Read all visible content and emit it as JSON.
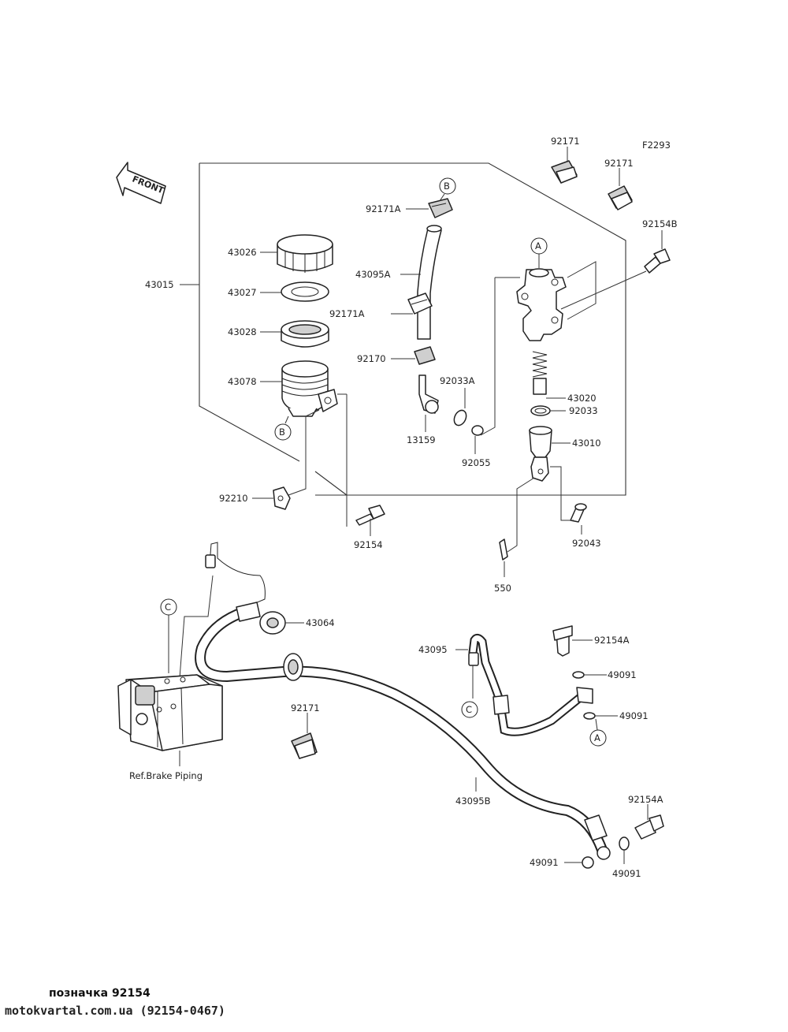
{
  "diagram_code": "F2293",
  "front_label": "FRONT",
  "callouts": {
    "43015": "43015",
    "43026": "43026",
    "43027": "43027",
    "43028": "43028",
    "43078": "43078",
    "92171A_top": "92171A",
    "43095A": "43095A",
    "92171A_mid": "92171A",
    "92170": "92170",
    "92033A": "92033A",
    "13159": "13159",
    "92055": "92055",
    "92210": "92210",
    "92154": "92154",
    "92171_top1": "92171",
    "92171_top2": "92171",
    "92154B": "92154B",
    "43020": "43020",
    "92033": "92033",
    "43010": "43010",
    "92043": "92043",
    "550": "550",
    "43064": "43064",
    "43095": "43095",
    "92154A_mid": "92154A",
    "49091_a": "49091",
    "49091_b": "49091",
    "92171_low": "92171",
    "43095B": "43095B",
    "92154A_low": "92154A",
    "49091_c": "49091",
    "49091_d": "49091",
    "ref_brake_piping": "Ref.Brake Piping"
  },
  "markers": {
    "a_top": "A",
    "a_low": "A",
    "b_top": "B",
    "b_low": "B",
    "c_top": "C",
    "c_low": "C"
  },
  "footer": {
    "title": "позначка 92154",
    "url": "motokvartal.com.ua (92154-0467)"
  }
}
